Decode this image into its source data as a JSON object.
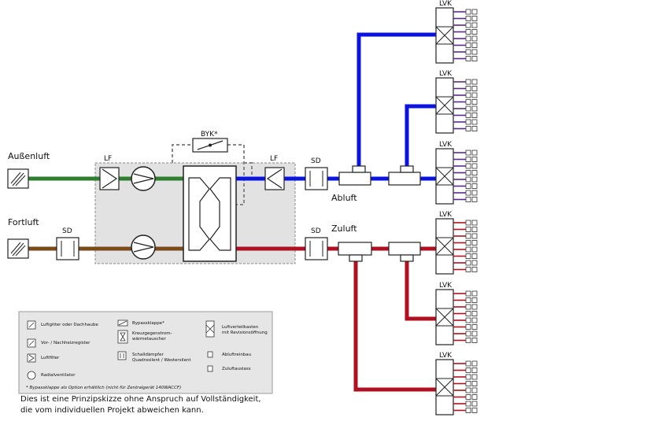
{
  "labels": {
    "aussenluft": "Außenluft",
    "fortluft": "Fortluft",
    "abluft": "Abluft",
    "zuluft": "Zuluft",
    "lf": "LF",
    "sd": "SD",
    "byk": "BYK*",
    "lvk": "LVK"
  },
  "legend": {
    "luftgitter": "Luftgitter oder Dachhaube",
    "vorheiz": "Vor- / Nachheizregister",
    "luftfilter": "Luftfilter",
    "radial": "Radialventilator",
    "bypass": "Bypassklappe*",
    "kreuz": "Kreuzgegenstrom-\nwärmetauscher",
    "schall": "Schalldämpfer\nQuadrosilent / Westersilent",
    "luftverteil": "Luftverteilkasten\nmit Revisionsöffnung",
    "abluftein": "Abluftreinbau",
    "zuluftaus": "Zuluftauslass",
    "note": "* Bypassklappe als Option erhältlich (nicht für Zentralgerät 140WACCF)"
  },
  "footer": {
    "line1": "Dies ist eine Prinzipskizze ohne Anspruch auf Vollständigkeit,",
    "line2": "die vom individuellen Projekt abweichen kann."
  },
  "colors": {
    "green": "#2f7d2f",
    "brown": "#7a4a1a",
    "blue": "#0a14e0",
    "red": "#b01020",
    "purple": "#5a2a8a",
    "unit_bg": "#e2e2e2"
  }
}
